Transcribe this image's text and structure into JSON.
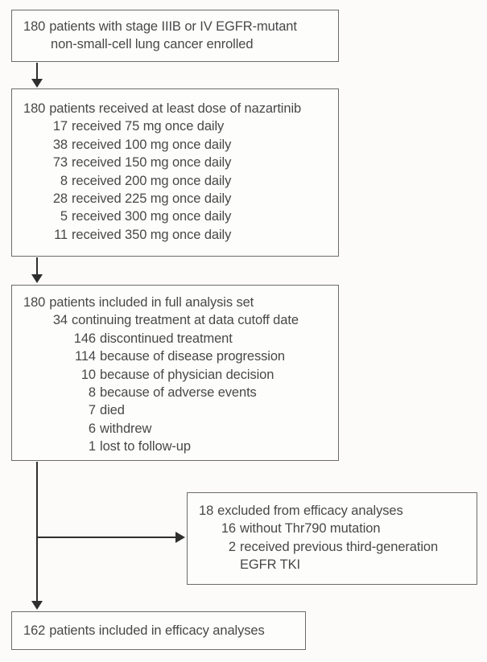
{
  "figure": {
    "type": "patient-flow-diagram",
    "colors": {
      "background": "#fcfbfa",
      "box_border": "#6b6b6b",
      "text": "#484848",
      "arrow": "#2e2e2e"
    },
    "boxes": {
      "enrolled": {
        "lines": [
          {
            "n": "180",
            "t": "patients with stage IIIB or IV EGFR-mutant",
            "indent": 0
          },
          {
            "n": "",
            "t": "non-small-cell lung cancer enrolled",
            "indent": 1
          }
        ]
      },
      "dosing": {
        "lines": [
          {
            "n": "180",
            "t": "patients received at least dose of nazartinib",
            "indent": 0
          },
          {
            "n": "17",
            "t": "received 75 mg once daily",
            "indent": 1
          },
          {
            "n": "38",
            "t": "received 100 mg once daily",
            "indent": 1
          },
          {
            "n": "73",
            "t": "received 150 mg once daily",
            "indent": 1
          },
          {
            "n": "8",
            "t": "received 200 mg once daily",
            "indent": 1
          },
          {
            "n": "28",
            "t": "received 225 mg once daily",
            "indent": 1
          },
          {
            "n": "5",
            "t": "received 300 mg once daily",
            "indent": 1
          },
          {
            "n": "11",
            "t": "received 350 mg once daily",
            "indent": 1
          }
        ]
      },
      "full_analysis": {
        "lines": [
          {
            "n": "180",
            "t": "patients included in full analysis set",
            "indent": 0
          },
          {
            "n": "34",
            "t": "continuing treatment at data cutoff date",
            "indent": 1
          },
          {
            "n": "146",
            "t": "discontinued treatment",
            "indent": 2
          },
          {
            "n": "114",
            "t": "because of disease progression",
            "indent": 2
          },
          {
            "n": "10",
            "t": "because of physician decision",
            "indent": 2
          },
          {
            "n": "8",
            "t": "because of adverse events",
            "indent": 2
          },
          {
            "n": "7",
            "t": "died",
            "indent": 2
          },
          {
            "n": "6",
            "t": "withdrew",
            "indent": 2
          },
          {
            "n": "1",
            "t": "lost to follow-up",
            "indent": 2
          }
        ]
      },
      "excluded": {
        "lines": [
          {
            "n": "18",
            "t": "excluded from efficacy analyses",
            "indent": 0
          },
          {
            "n": "16",
            "t": "without Thr790 mutation",
            "indent": 1
          },
          {
            "n": "2",
            "t": "received previous third-generation",
            "indent": 1
          },
          {
            "n": "",
            "t": "EGFR TKI",
            "indent": 1
          }
        ]
      },
      "efficacy": {
        "lines": [
          {
            "n": "162",
            "t": "patients included in efficacy analyses",
            "indent": 0
          }
        ]
      }
    }
  }
}
